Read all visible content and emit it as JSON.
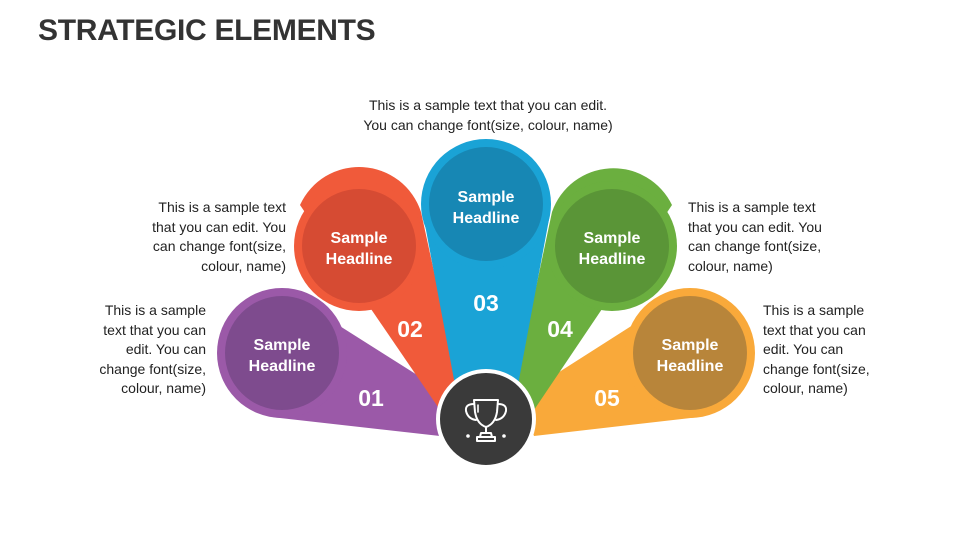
{
  "title": "STRATEGIC ELEMENTS",
  "items": [
    {
      "headline_line1": "Sample",
      "headline_line2": "Headline",
      "number": "01",
      "text_lines": [
        "This is a sample",
        "text that you can",
        "edit. You can",
        "change font(size,",
        "colour, name)"
      ],
      "color": "#9B59A8",
      "circle_color": "#7E4B8E"
    },
    {
      "headline_line1": "Sample",
      "headline_line2": "Headline",
      "number": "02",
      "text_lines": [
        "This is a sample text",
        "that you can edit. You",
        "can change font(size,",
        "colour, name)"
      ],
      "color": "#F05A3A",
      "circle_color": "#D64B33"
    },
    {
      "headline_line1": "Sample",
      "headline_line2": "Headline",
      "number": "03",
      "text_lines": [
        "This is a sample text that you can edit.",
        "You can change font(size, colour, name)"
      ],
      "color": "#1AA3D6",
      "circle_color": "#1787B4"
    },
    {
      "headline_line1": "Sample",
      "headline_line2": "Headline",
      "number": "04",
      "text_lines": [
        "This is a sample text",
        "that you can edit. You",
        "can change font(size,",
        "colour, name)"
      ],
      "color": "#6BAF3F",
      "circle_color": "#5A9537"
    },
    {
      "headline_line1": "Sample",
      "headline_line2": "Headline",
      "number": "05",
      "text_lines": [
        "This is a sample",
        "text that you can",
        "edit. You can",
        "change font(size,",
        "colour, name)"
      ],
      "color": "#F9A93A",
      "circle_color": "#B8853A"
    }
  ],
  "center_hub": {
    "icon": "trophy-icon",
    "color": "#3A3A3A"
  }
}
